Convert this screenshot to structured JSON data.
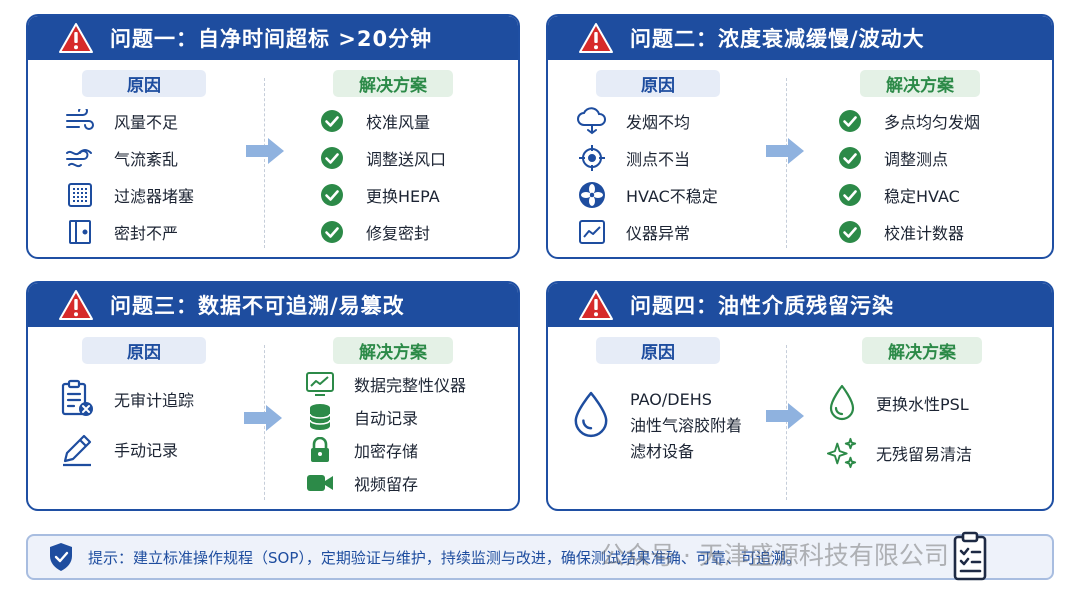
{
  "colors": {
    "primary_blue": "#1e4d9f",
    "warning_red": "#d62a2a",
    "success_green": "#2c8a48",
    "arrow_blue": "#8fb2df"
  },
  "cards": [
    {
      "title": "问题一：自净时间超标 >20分钟",
      "cause_header": "原因",
      "solution_header": "解决方案",
      "causes": [
        {
          "icon": "wind-icon",
          "label": "风量不足"
        },
        {
          "icon": "turbulence-icon",
          "label": "气流紊乱"
        },
        {
          "icon": "filter-icon",
          "label": "过滤器堵塞"
        },
        {
          "icon": "door-icon",
          "label": "密封不严"
        }
      ],
      "solutions": [
        {
          "icon": "check-icon",
          "label": "校准风量"
        },
        {
          "icon": "check-icon",
          "label": "调整送风口"
        },
        {
          "icon": "check-icon",
          "label": "更换HEPA"
        },
        {
          "icon": "check-icon",
          "label": "修复密封"
        }
      ]
    },
    {
      "title": "问题二：浓度衰减缓慢/波动大",
      "cause_header": "原因",
      "solution_header": "解决方案",
      "causes": [
        {
          "icon": "cloud-icon",
          "label": "发烟不均"
        },
        {
          "icon": "crosshair-icon",
          "label": "测点不当"
        },
        {
          "icon": "fan-icon",
          "label": "HVAC不稳定"
        },
        {
          "icon": "monitor-chart-icon",
          "label": "仪器异常"
        }
      ],
      "solutions": [
        {
          "icon": "check-icon",
          "label": "多点均匀发烟"
        },
        {
          "icon": "check-icon",
          "label": "调整测点"
        },
        {
          "icon": "check-icon",
          "label": "稳定HVAC"
        },
        {
          "icon": "check-icon",
          "label": "校准计数器"
        }
      ]
    },
    {
      "title": "问题三：数据不可追溯/易篡改",
      "cause_header": "原因",
      "solution_header": "解决方案",
      "causes": [
        {
          "icon": "clipboard-x-icon",
          "label": "无审计追踪"
        },
        {
          "icon": "pencil-icon",
          "label": "手动记录"
        }
      ],
      "solutions": [
        {
          "icon": "monitor-chart-icon",
          "label": "数据完整性仪器"
        },
        {
          "icon": "database-icon",
          "label": "自动记录"
        },
        {
          "icon": "lock-icon",
          "label": "加密存储"
        },
        {
          "icon": "video-camera-icon",
          "label": "视频留存"
        }
      ]
    },
    {
      "title": "问题四：油性介质残留污染",
      "cause_header": "原因",
      "solution_header": "解决方案",
      "cause_lines": [
        "PAO/DEHS",
        "油性气溶胶附着",
        "滤材设备"
      ],
      "cause_icon": "droplet-icon",
      "solutions": [
        {
          "icon": "droplet-icon",
          "label": "更换水性PSL"
        },
        {
          "icon": "sparkles-icon",
          "label": "无残留易清洁"
        }
      ]
    }
  ],
  "tip": {
    "icon": "shield-check-icon",
    "text": "提示：建立标准操作规程（SOP），定期验证与维护，持续监测与改进，确保测试结果准确、可靠、可追溯。"
  },
  "watermark": {
    "text": "公众号 · 天津盛源科技有限公司"
  }
}
